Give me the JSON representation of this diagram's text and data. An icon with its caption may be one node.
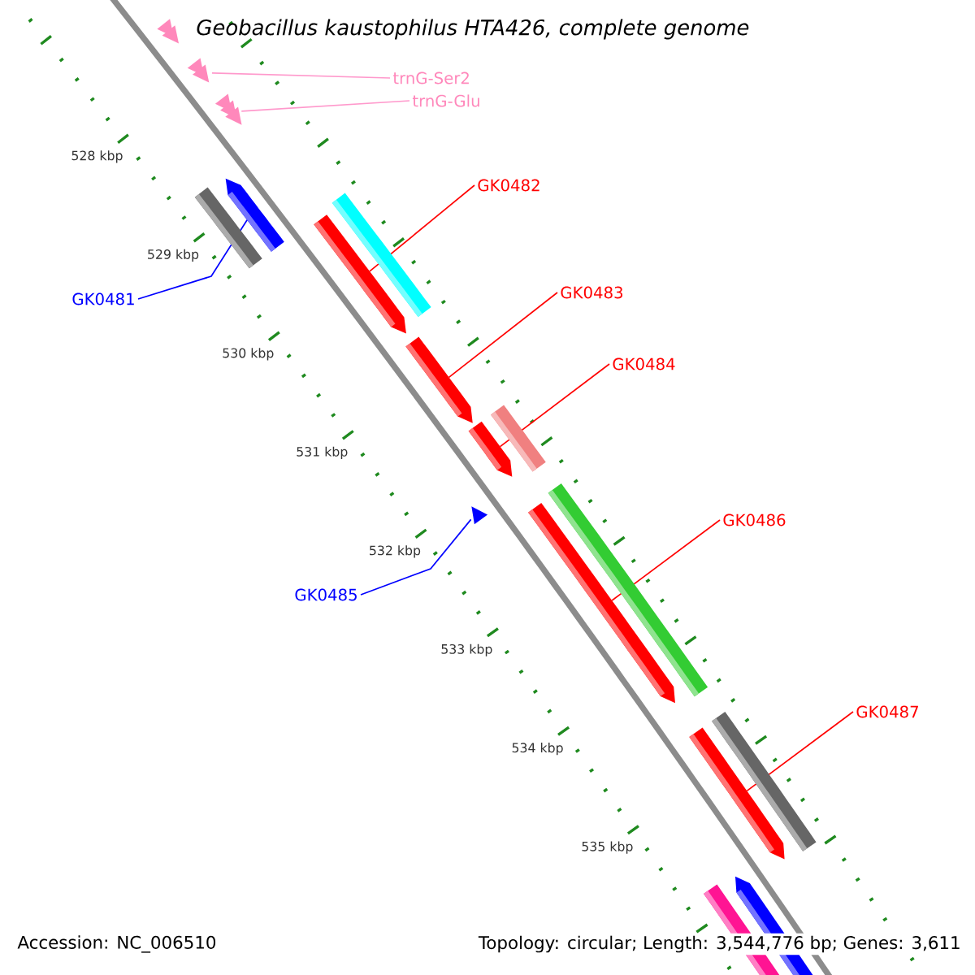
{
  "diagram": {
    "title": "Geobacillus kaustophilus HTA426, complete genome",
    "nodes": [
      {
        "text": [
          "GK0481"
        ]
      },
      {
        "text": [
          "GK0482"
        ]
      },
      {
        "text": [
          "GK0483"
        ]
      },
      {
        "text": [
          "GK0484"
        ]
      },
      {
        "text": [
          "GK0485"
        ]
      },
      {
        "text": [
          "GK0486"
        ]
      },
      {
        "text": [
          "GK0487"
        ]
      },
      {
        "text": [
          "trnG-Ser2"
        ]
      },
      {
        "text": [
          "trnG-Glu"
        ]
      },
      {
        "text": [],
        "shape": "triangle"
      },
      {
        "text": [],
        "shape": "triangle"
      },
      {
        "text": [],
        "shape": "triangle"
      },
      {
        "text": [],
        "shape": "triangle"
      },
      {
        "text": [],
        "shape": "arrow"
      },
      {
        "text": [],
        "shape": "arrow"
      },
      {
        "text": [],
        "shape": "arrow"
      },
      {
        "text": [],
        "shape": "arrow"
      },
      {
        "text": [],
        "shape": "triangle"
      },
      {
        "text": [],
        "shape": "arrow"
      },
      {
        "text": [],
        "shape": "arrow"
      }
    ],
    "edges": [
      {
        "from": 0,
        "to": 13,
        "arrow": "none",
        "color": "#0000ff"
      },
      {
        "from": 1,
        "to": 14,
        "arrow": "none"
      },
      {
        "from": 2,
        "to": 15,
        "arrow": "none"
      },
      {
        "from": 3,
        "to": 16,
        "arrow": "none"
      },
      {
        "from": 4,
        "to": 17,
        "arrow": "none",
        "color": "#0000ff"
      },
      {
        "from": 5,
        "to": 18,
        "arrow": "none"
      },
      {
        "from": 6,
        "to": 19,
        "arrow": "none"
      },
      {
        "from": 7,
        "to": 11,
        "arrow": "none",
        "color": "#ff99cc"
      },
      {
        "from": 8,
        "to": 12,
        "arrow": "none",
        "color": "#ff99cc"
      }
    ],
    "labels": [
      "528 kbp",
      "529 kbp",
      "530 kbp",
      "531 kbp",
      "532 kbp",
      "533 kbp",
      "534 kbp",
      "535 kbp",
      "Accession: NC_006510",
      "Topology: circular; Length: 3,544,776 bp; Genes: 3,611"
    ]
  }
}
